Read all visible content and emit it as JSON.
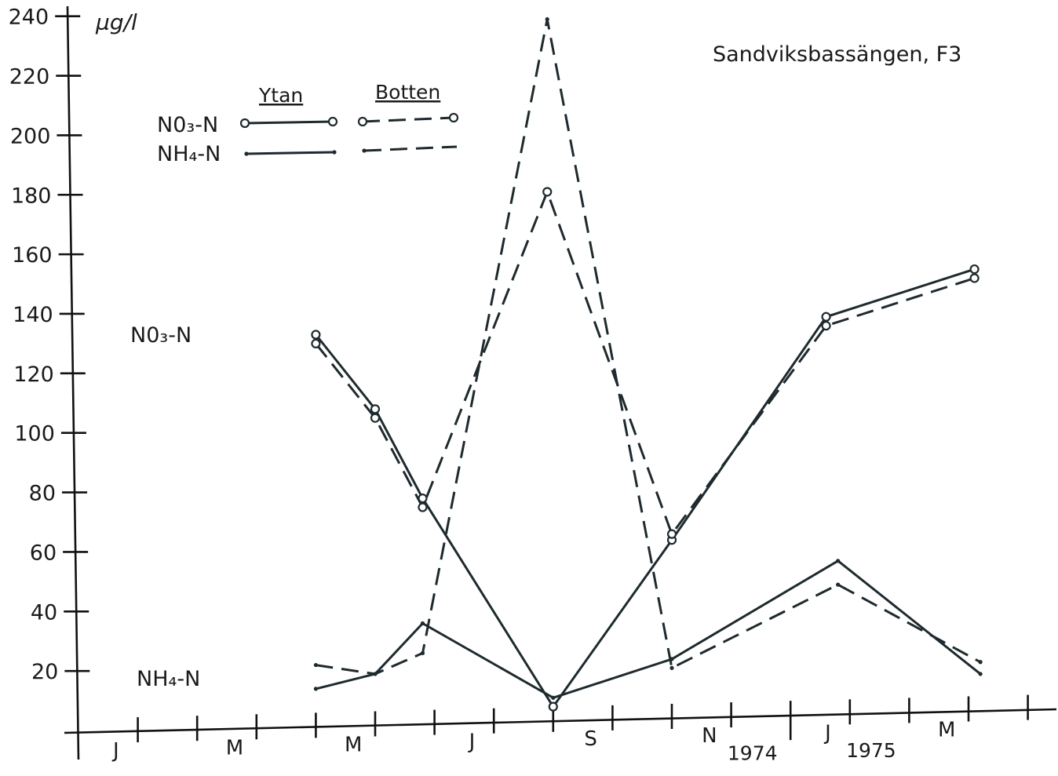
{
  "chart_data": {
    "type": "line",
    "title": "Sandviksbassängen, F3",
    "ylabel": "µg/l",
    "ylim": [
      0,
      240
    ],
    "yticks": [
      20,
      40,
      60,
      80,
      100,
      120,
      140,
      160,
      180,
      200,
      220,
      240
    ],
    "x_months": [
      "J",
      "M",
      "M",
      "J",
      "S",
      "N",
      "J",
      "M"
    ],
    "x_years": [
      "1974",
      "1975"
    ],
    "series_labels": {
      "no3": "N0₃-N",
      "nh4": "NH₄-N"
    },
    "legend": {
      "surface": "Ytan",
      "bottom": "Botten",
      "no3": "N0₃-N",
      "nh4": "NH₄-N"
    },
    "series": [
      {
        "name": "Ytan N0₃-N",
        "line": "solid",
        "marker": "circle",
        "points": [
          [
            4.0,
            133
          ],
          [
            5.0,
            108
          ],
          [
            5.8,
            78
          ],
          [
            8.0,
            8
          ],
          [
            10.0,
            64
          ],
          [
            12.6,
            139
          ],
          [
            15.1,
            155
          ]
        ]
      },
      {
        "name": "Botten N0₃-N",
        "line": "dashed",
        "marker": "circle",
        "points": [
          [
            4.0,
            130
          ],
          [
            5.0,
            105
          ],
          [
            5.8,
            75
          ],
          [
            7.9,
            181
          ],
          [
            10.0,
            66
          ],
          [
            12.6,
            136
          ],
          [
            15.1,
            152
          ]
        ]
      },
      {
        "name": "Ytan NH₄-N",
        "line": "solid",
        "marker": "dot",
        "points": [
          [
            4.0,
            14
          ],
          [
            5.0,
            19
          ],
          [
            5.8,
            36
          ],
          [
            8.0,
            11
          ],
          [
            10.0,
            24
          ],
          [
            12.8,
            57
          ],
          [
            15.2,
            19
          ]
        ]
      },
      {
        "name": "Botten NH₄-N",
        "line": "dashed",
        "marker": "dot",
        "points": [
          [
            4.0,
            22
          ],
          [
            5.0,
            19
          ],
          [
            5.8,
            26
          ],
          [
            7.9,
            239
          ],
          [
            10.0,
            21
          ],
          [
            12.8,
            49
          ],
          [
            15.2,
            23
          ]
        ]
      }
    ]
  }
}
